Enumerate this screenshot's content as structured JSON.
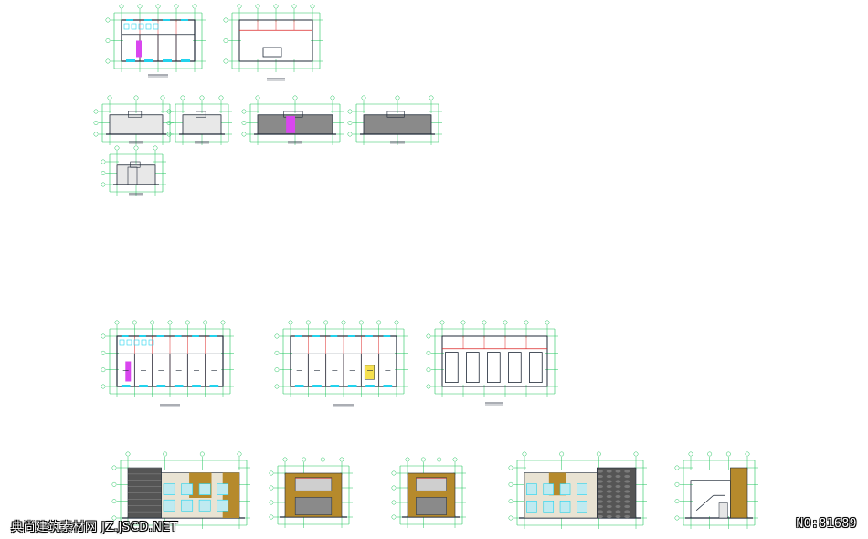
{
  "colors": {
    "dim": "#22c55e",
    "wall": "#1f2937",
    "axis": "#dc2626",
    "cyan": "#22d3ee",
    "magenta": "#d946ef",
    "ochre": "#b68a2c",
    "grey": "#8a8a8a",
    "stone": "#555555",
    "yellow": "#f5e050"
  },
  "drawings": {
    "row1": [
      {
        "name": "plan-small-a"
      },
      {
        "name": "plan-small-b"
      }
    ],
    "row2": [
      {
        "name": "elevation-small-1"
      },
      {
        "name": "elevation-small-2"
      },
      {
        "name": "elevation-small-3"
      },
      {
        "name": "elevation-small-4"
      }
    ],
    "row3": [
      {
        "name": "section-small-1"
      }
    ],
    "row4": [
      {
        "name": "floor-plan-1"
      },
      {
        "name": "floor-plan-2"
      },
      {
        "name": "roof-plan"
      }
    ],
    "row5": [
      {
        "name": "elevation-large-1"
      },
      {
        "name": "elevation-large-2"
      },
      {
        "name": "elevation-large-3"
      },
      {
        "name": "elevation-large-4"
      },
      {
        "name": "section-large-1"
      }
    ]
  },
  "watermark": {
    "left": "典尚建筑素材网 JZ.JSCD.NET",
    "right": "NO:81689"
  }
}
